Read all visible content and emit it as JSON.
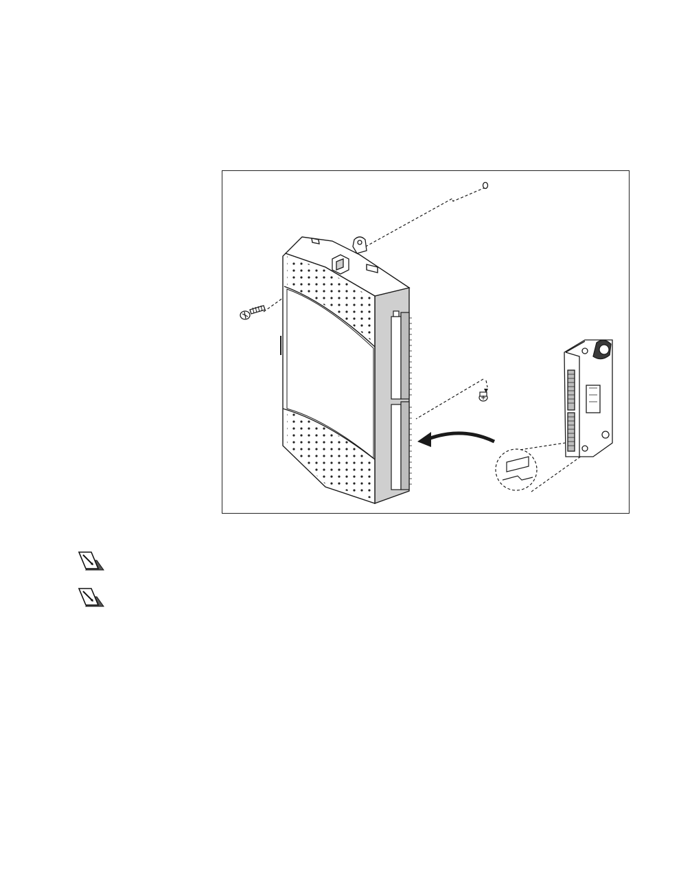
{
  "figure": {
    "kind": "exploded-assembly-illustration",
    "parts": [
      "device-enclosure",
      "panel-mount-screw",
      "keyhole-washer",
      "small-thumbscrew",
      "screw-terminal-connector-block",
      "detail-callout-circle"
    ]
  },
  "notes": [
    {
      "icon": "note-pencil-icon"
    },
    {
      "icon": "note-pencil-icon"
    }
  ],
  "colors": {
    "line": "#1a1a1a",
    "shade": "#bdbdbd",
    "dark": "#3a3a3a"
  }
}
